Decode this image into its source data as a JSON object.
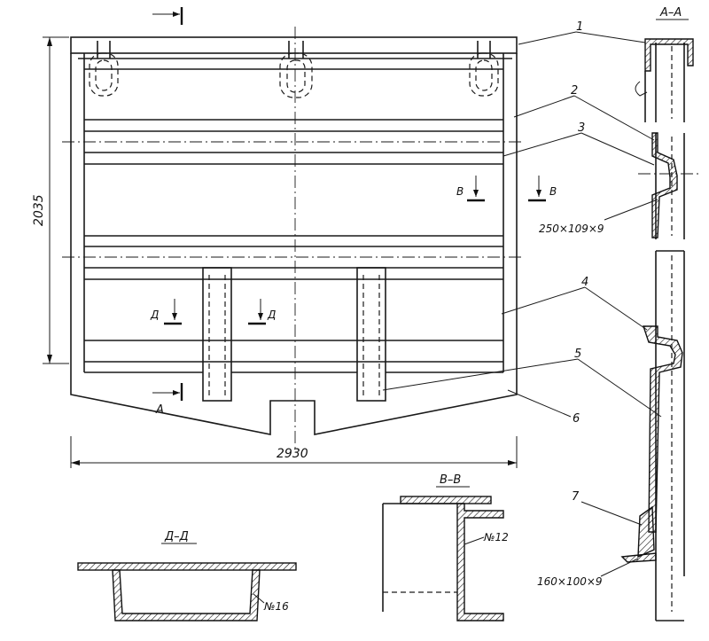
{
  "labels": {
    "dim_width": "2930",
    "dim_height": "2035",
    "callouts": [
      "1",
      "2",
      "3",
      "4",
      "5",
      "6",
      "7"
    ],
    "section_aa_title": "А–А",
    "section_vv_title": "В–В",
    "section_dd_title": "Д–Д",
    "marker_a": "А",
    "marker_v": "В",
    "marker_d": "Д",
    "size_upper": "250×109×9",
    "size_lower": "160×100×9",
    "channel_12": "№12",
    "channel_16": "№16"
  }
}
